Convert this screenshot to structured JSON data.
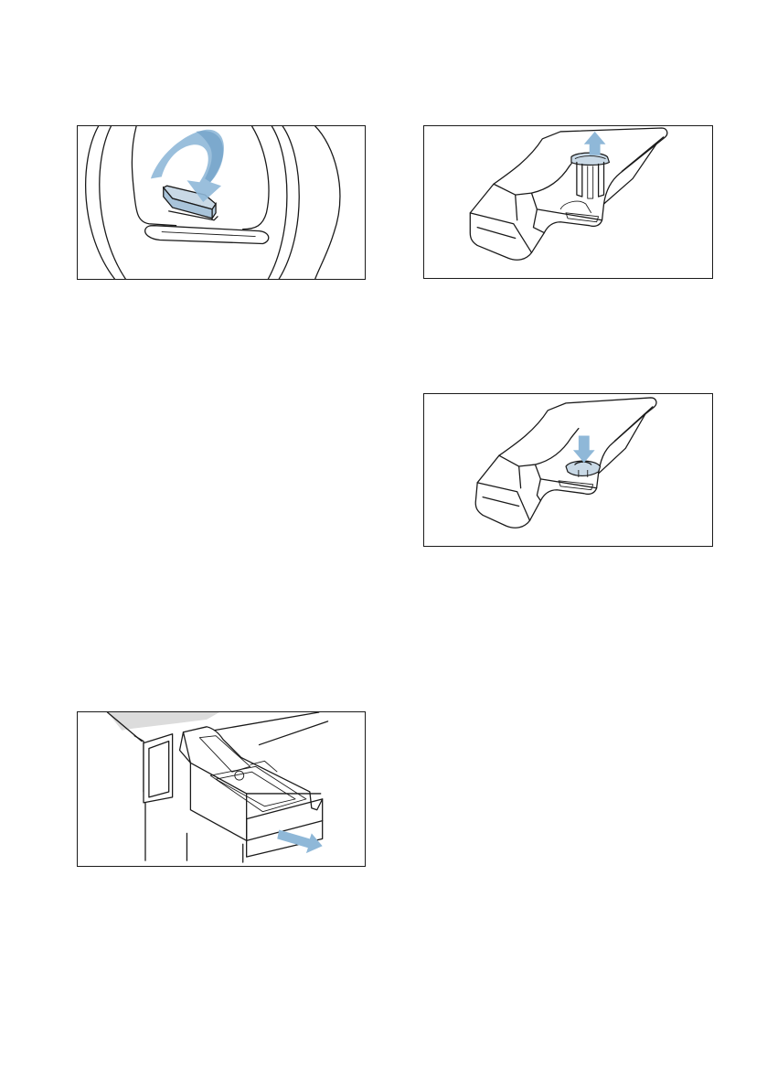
{
  "figures": [
    {
      "id": "drum-filter",
      "icon": "curved-arrow-icon"
    },
    {
      "id": "insert-remove",
      "icon": "arrow-up-icon"
    },
    {
      "id": "insert-place",
      "icon": "arrow-down-icon"
    },
    {
      "id": "drawer-pull",
      "icon": "arrow-right-icon"
    }
  ],
  "colors": {
    "line": "#1a1a1a",
    "arrow": "#8fb8d8",
    "arrow_dark": "#5f93bd",
    "part_fill": "#c9d9e6",
    "machine_top": "#dcdcdc"
  }
}
